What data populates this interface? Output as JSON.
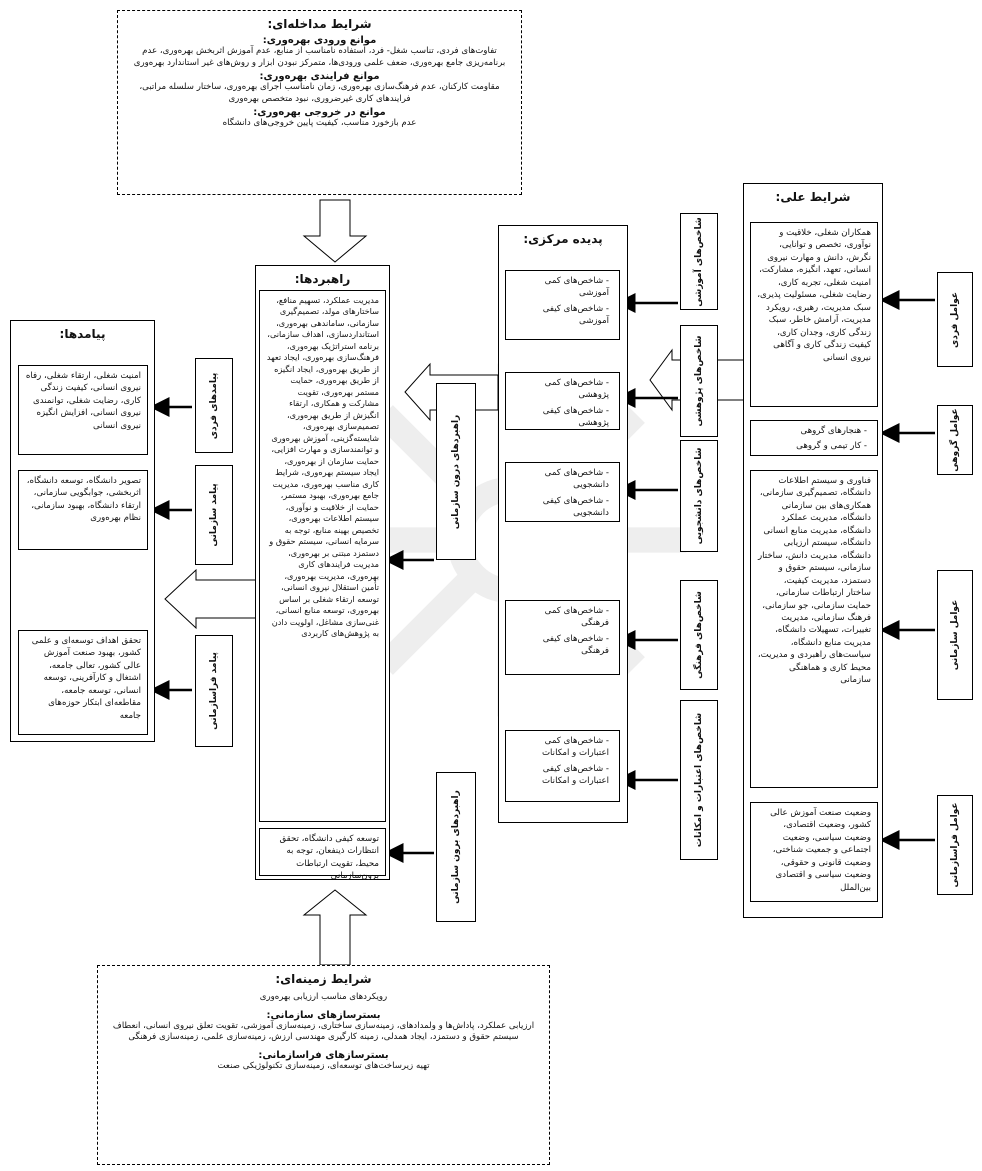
{
  "intervening": {
    "title": "شرایط مداخله‌ای:",
    "h1": "موانع ورودی بهره‌وری:",
    "t1": "تفاوت‌های فردی، تناسب شغل- فرد، استفاده نامناسب از منابع، عدم آموزش اثربخش بهره‌وری، عدم برنامه‌ریزی جامع بهره‌وری، ضعف علمی ورودی‌ها، متمرکز نبودن ابزار و روش‌های غیر استاندارد بهره‌وری",
    "h2": "موانع فرایندی بهره‌وری:",
    "t2": "مقاومت کارکنان، عدم فرهنگ‌سازی بهره‌وری، زمان نامناسب اجرای بهره‌وری، ساختار سلسله مراتبی، فرایندهای کاری غیرضروری، نبود متخصص بهره‌وری",
    "h3": "موانع در خروجی بهره‌وری:",
    "t3": "عدم بازخورد مناسب، کیفیت پایین خروجی‌های دانشگاه"
  },
  "causal": {
    "title": "شرایط علی:",
    "individual_text": "همکاران شغلی، خلاقیت و نوآوری، تخصص و توانایی، نگرش، دانش و مهارت نیروی انسانی، تعهد، انگیزه، مشارکت، امنیت شغلی، تجربه کاری، رضایت شغلی، مسئولیت پذیری، سبک مدیریت، رهبری، رویکرد مدیریت، آرامش خاطر، سبک زندگی کاری، وجدان کاری، کیفیت زندگی کاری و آگاهی نیروی انسانی",
    "individual_label": "عوامل فردی",
    "group_items": [
      "- هنجارهای گروهی",
      "- کار تیمی و گروهی"
    ],
    "group_label": "عوامل گروهی",
    "org_text": "فناوری و سیستم اطلاعات دانشگاه، تصمیم‌گیری سازمانی، همکاری‌های بین سازمانی دانشگاه، مدیریت عملکرد دانشگاه، مدیریت منابع انسانی دانشگاه، سیستم ارزیابی دانشگاه، مدیریت دانش، ساختار سازمانی، سیستم حقوق و دستمزد، مدیریت کیفیت، ساختار ارتباطات سازمانی، حمایت سازمانی، جو سازمانی، فرهنگ سازمانی، مدیریت تغییرات، تسهیلات دانشگاه، مدیریت منابع دانشگاه، سیاست‌های راهبردی و مدیریت، محیط کاری و هماهنگی سازمانی",
    "org_label": "عوامل سازمانی",
    "supra_text": "وضعیت صنعت آموزش عالی کشور، وضعیت اقتصادی، وضعیت سیاسی، وضعیت اجتماعی و جمعیت شناختی، وضعیت قانونی و حقوقی، وضعیت سیاسی و اقتصادی بین‌الملل",
    "supra_label": "عوامل فراسازمانی"
  },
  "central": {
    "title": "پدیده مرکزی:",
    "groups": [
      {
        "label": "شاخص‌های آموزشی",
        "items": [
          "- شاخص‌های کمی آموزشی",
          "- شاخص‌های کیفی آموزشی"
        ]
      },
      {
        "label": "شاخص‌های پژوهشی",
        "items": [
          "- شاخص‌های کمی پژوهشی",
          "- شاخص‌های کیفی پژوهشی"
        ]
      },
      {
        "label": "شاخص‌های دانشجویی",
        "items": [
          "- شاخص‌های کمی دانشجویی",
          "- شاخص‌های کیفی دانشجویی"
        ]
      },
      {
        "label": "شاخص‌های فرهنگی",
        "items": [
          "- شاخص‌های کمی فرهنگی",
          "- شاخص‌های کیفی فرهنگی"
        ]
      },
      {
        "label": "شاخص‌های اعتبارات و امکانات",
        "items": [
          "- شاخص‌های کمی اعتبارات و امکانات",
          "- شاخص‌های کیفی اعتبارات و امکانات"
        ]
      }
    ]
  },
  "strategies": {
    "title": "راهبردها:",
    "inside_text": "مدیریت عملکرد، تسهیم منافع، ساختارهای مولد، تصمیم‌گیری سازمانی، ساماندهی بهره‌وری، استانداردسازی، اهداف سازمانی، برنامه استراتژیک بهره‌وری، فرهنگ‌سازی بهره‌وری، ایجاد تعهد از طریق بهره‌وری، ایجاد انگیزه از طریق بهره‌وری، حمایت مستمر بهره‌وری، تقویت مشارکت و همکاری، ارتقاء انگیزش از طریق بهره‌وری، تصمیم‌سازی بهره‌وری، شایسته‌گزینی، آموزش بهره‌وری و توانمندسازی و مهارت افزایی، حمایت سازمان از بهره‌وری، ایجاد سیستم بهره‌وری، شرایط کاری مناسب بهره‌وری، مدیریت جامع بهره‌وری، بهبود مستمر، حمایت از خلاقیت و نوآوری، سیستم اطلاعات بهره‌وری، تخصیص بهینه منابع، توجه به سرمایه انسانی، سیستم حقوق و دستمزد مبتنی بر بهره‌وری، مدیریت فرایندهای کاری بهره‌وری، مدیریت بهره‌وری، تأمین استقلال نیروی انسانی، توسعه ارتقاء شغلی بر اساس بهره‌وری، توسعه منابع انسانی، غنی‌سازی مشاغل، اولویت دادن به پژوهش‌های کاربردی",
    "inside_label": "راهبردهای درون سازمانی",
    "outside_text": "توسعه کیفی دانشگاه، تحقق انتظارات ذینفعان، توجه به محیط، تقویت ارتباطات برون‌سازمانی",
    "outside_label": "راهبردهای برون سازمانی"
  },
  "outcomes": {
    "title": "پیامدها:",
    "individual_text": "امنیت شغلی، ارتقاء شغلی، رفاه نیروی انسانی، کیفیت زندگی کاری، رضایت شغلی، توانمندی نیروی انسانی، افزایش انگیزه نیروی انسانی",
    "individual_label": "پیامدهای فردی",
    "org_text": "تصویر دانشگاه، توسعه دانشگاه، اثربخشی، جوابگویی سازمانی، ارتقاء دانشگاه، بهبود سازمانی، نظام بهره‌وری",
    "org_label": "پیامد سازمانی",
    "supra_text": "تحقق اهداف توسعه‌ای و علمی کشور، بهبود صنعت آموزش عالی کشور، تعالی جامعه، اشتغال و کارآفرینی، توسعه انسانی، توسعه جامعه، مقاطعه‌ای ابتکار حوزه‌های جامعه",
    "supra_label": "پیامد فراسازمانی"
  },
  "context": {
    "title": "شرایط زمینه‌ای:",
    "t0": "رویکردهای مناسب ارزیابی بهره‌وری",
    "h1": "بسترسازهای سازمانی:",
    "t1": "ارزیابی عملکرد، پاداش‌ها و ولمداد‌های، زمینه‌سازی ساختاری، زمینه‌سازی آموزشی، تقویت تعلق نیروی انسانی، انعطاف سیستم حقوق و دستمزد، ایجاد همدلی، زمینه کارگیری مهندسی ارزش، زمینه‌سازی علمی، زمینه‌سازی فرهنگی",
    "h2": "بسترسازهای فراسازمانی:",
    "t2": "تهیه زیرساخت‌های توسعه‌ای، زمینه‌سازی تکنولوژیکی صنعت"
  }
}
